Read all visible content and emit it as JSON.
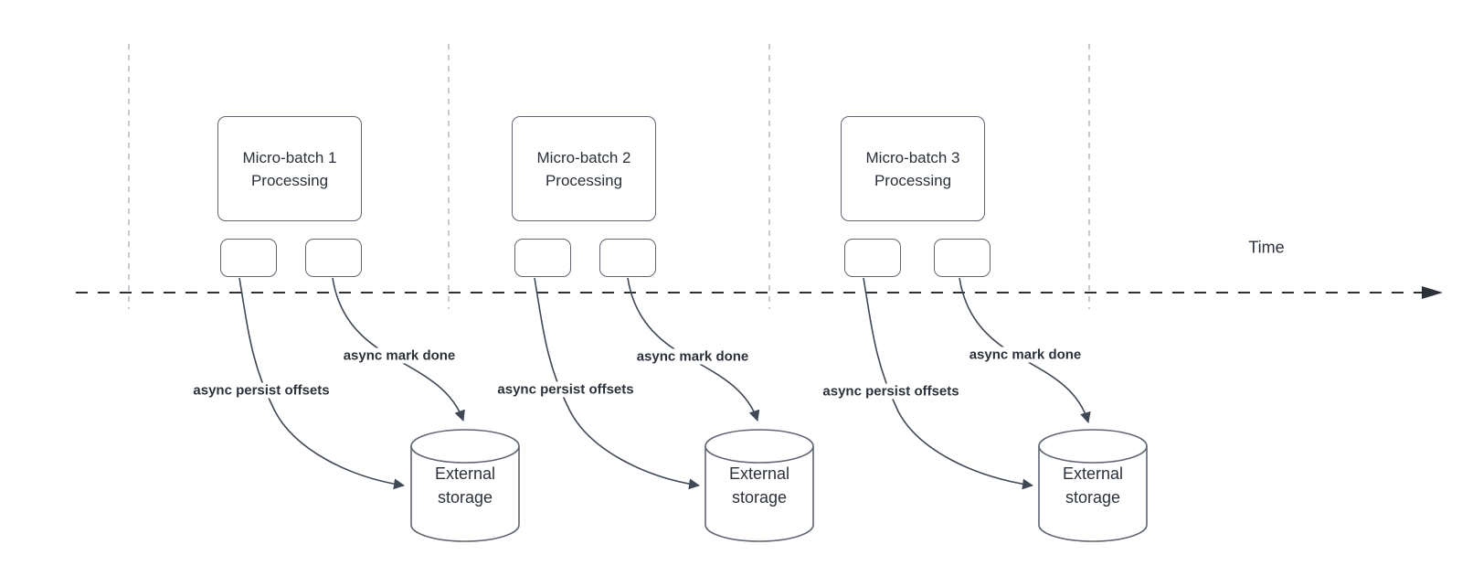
{
  "colors": {
    "background": "#ffffff",
    "shape_stroke": "#5f6672",
    "connector": "#3f4854",
    "timeline": "#2d3238",
    "gridline": "#b9bdc2",
    "text": "#2b313a"
  },
  "time_axis": {
    "label": "Time"
  },
  "batches": [
    {
      "box_line1": "Micro-batch 1",
      "box_line2": "Processing",
      "persist_label": "async persist offsets",
      "mark_done_label": "async mark done",
      "storage_line1": "External",
      "storage_line2": "storage"
    },
    {
      "box_line1": "Micro-batch 2",
      "box_line2": "Processing",
      "persist_label": "async persist offsets",
      "mark_done_label": "async mark done",
      "storage_line1": "External",
      "storage_line2": "storage"
    },
    {
      "box_line1": "Micro-batch 3",
      "box_line2": "Processing",
      "persist_label": "async persist offsets",
      "mark_done_label": "async mark done",
      "storage_line1": "External",
      "storage_line2": "storage"
    }
  ]
}
